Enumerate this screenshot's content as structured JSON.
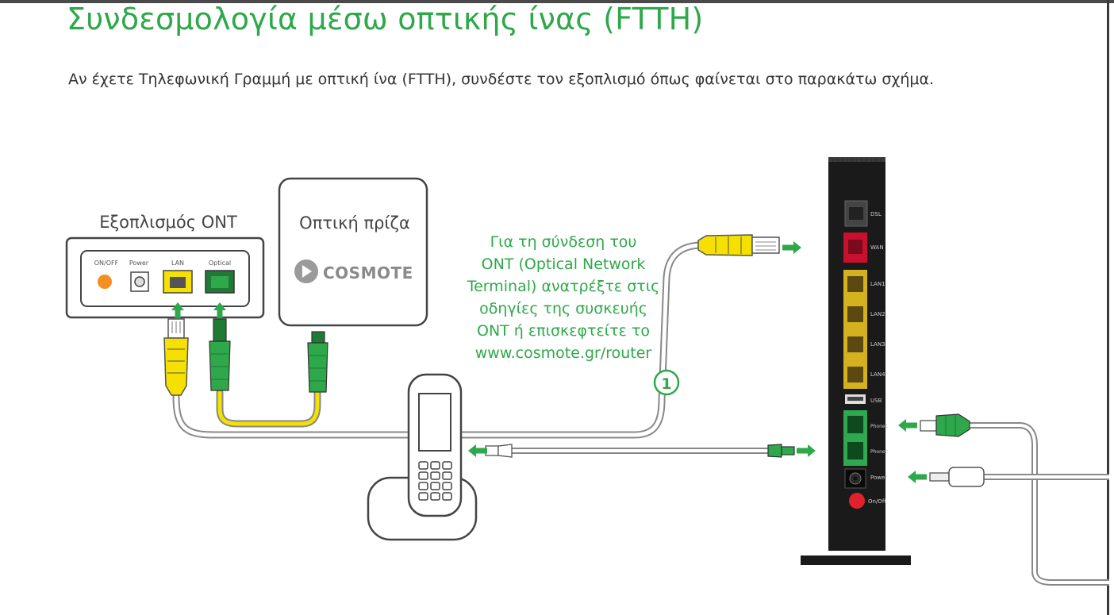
{
  "title": "Συνδεσμολογία μέσω οπτικής ίνας (FTTH)",
  "intro": "Αν έχετε Τηλεφωνική Γραμμή με οπτική ίνα (FTTH), συνδέστε τον εξοπλισμό όπως φαίνεται στο παρακάτω σχήμα.",
  "ont": {
    "heading": "Εξοπλισμός ONT",
    "ports": {
      "onoff": "ON/OFF",
      "power": "Power",
      "lan": "LAN",
      "optical": "Optical"
    }
  },
  "socket": {
    "heading": "Οπτική πρίζα",
    "brand": "COSMOTE"
  },
  "note": {
    "lines": [
      "Για τη σύνδεση του",
      "ONT (Optical Network",
      "Terminal) ανατρέξτε στις",
      "οδηγίες της συσκευής",
      "ONT ή επισκεφτείτε το",
      "www.cosmote.gr/router"
    ]
  },
  "step_marker": "1",
  "router": {
    "ports": {
      "dsl": "DSL",
      "wan": "WAN",
      "lan1": "LAN1",
      "lan2": "LAN2",
      "lan3": "LAN3",
      "lan4": "LAN4",
      "usb": "USB",
      "phone1": "Phone1",
      "phone2": "Phone2",
      "power": "Power",
      "onoff": "On/Off"
    }
  },
  "colors": {
    "green": "#2ea84a",
    "yellow": "#f5e000",
    "orange": "#f39021",
    "router_body": "#1a1a1a",
    "wan_red": "#c8102e",
    "lan_gold": "#d4b21f",
    "phone_green": "#2fa84f",
    "onoff_red": "#e0222c"
  }
}
